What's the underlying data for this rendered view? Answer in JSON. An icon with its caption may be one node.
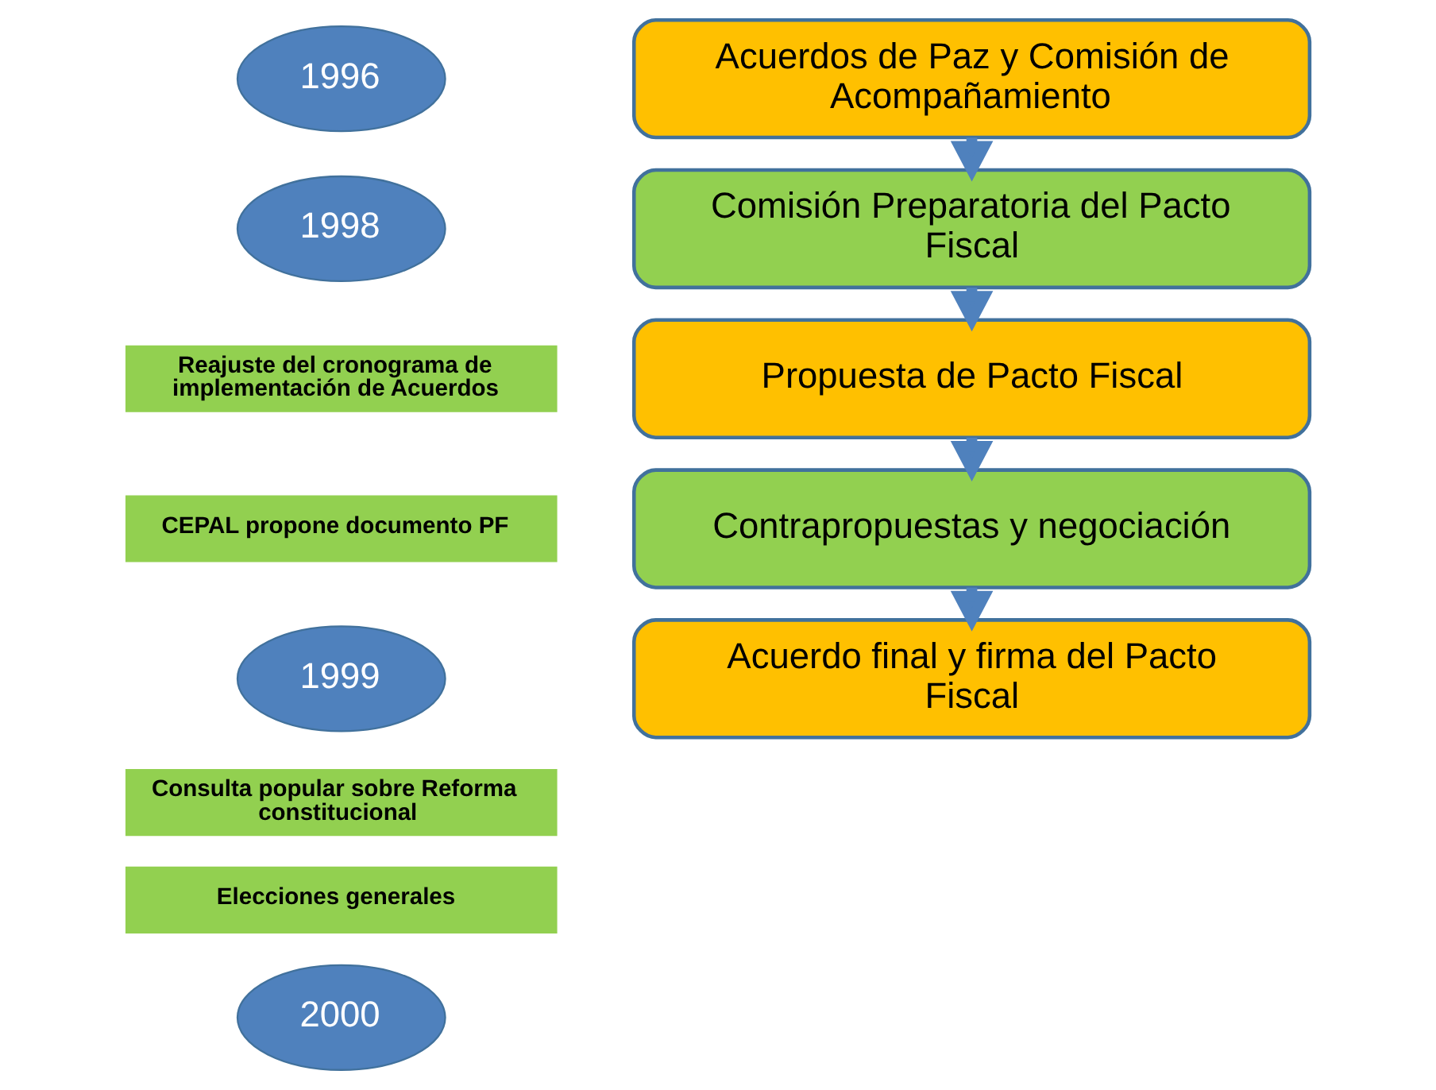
{
  "diagram": {
    "nodes": [
      {
        "text": [
          "1996"
        ]
      },
      {
        "text": [
          "1998"
        ]
      },
      {
        "text": [
          "Reajuste del cronograma de implementación de Acuerdos"
        ]
      },
      {
        "text": [
          "CEPAL propone documento PF"
        ]
      },
      {
        "text": [
          "1999"
        ]
      },
      {
        "text": [
          "Consulta popular sobre Reforma constitucional"
        ]
      },
      {
        "text": [
          "Elecciones generales"
        ]
      },
      {
        "text": [
          "2000"
        ]
      },
      {
        "text": [
          "Acuerdos de Paz y Comisión de Acompañamiento"
        ]
      },
      {
        "text": [
          "Comisión Preparatoria del Pacto Fiscal"
        ]
      },
      {
        "text": [
          "Propuesta de Pacto Fiscal"
        ]
      },
      {
        "text": [
          "Contrapropuestas y negociación"
        ]
      },
      {
        "text": [
          "Acuerdo final y firma del Pacto Fiscal"
        ]
      }
    ],
    "edges": [
      {
        "from": 8,
        "to": 9,
        "arrow": "to"
      },
      {
        "from": 9,
        "to": 10,
        "arrow": "to"
      },
      {
        "from": 10,
        "to": 11,
        "arrow": "to"
      },
      {
        "from": 11,
        "to": 12,
        "arrow": "to"
      }
    ]
  }
}
